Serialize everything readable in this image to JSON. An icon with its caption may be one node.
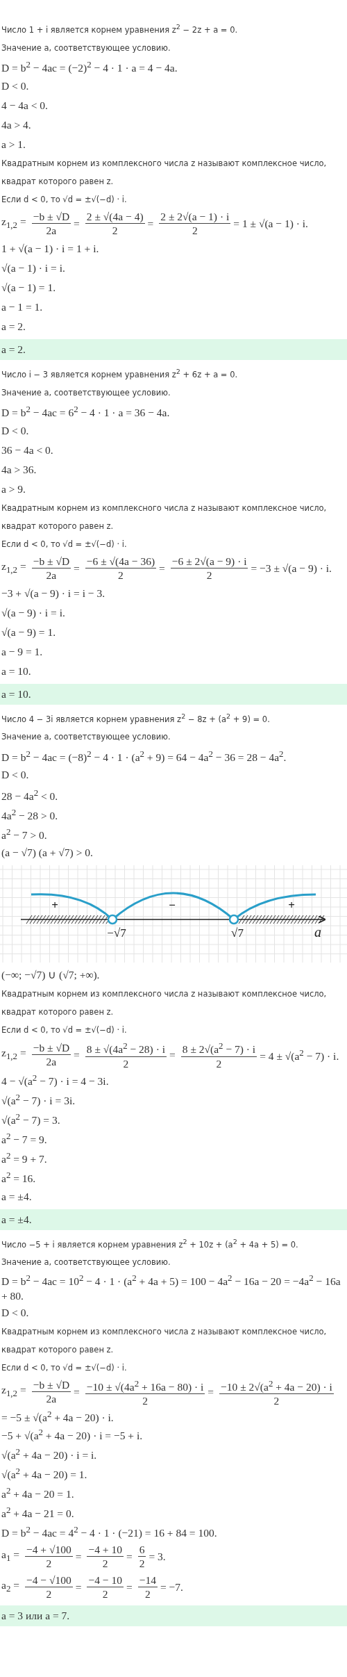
{
  "diagram": {
    "nodes": [
      {
        "text": [
          "a = 2."
        ]
      },
      {
        "text": [
          "a = 10."
        ]
      },
      {
        "text": [
          "a = ±4."
        ]
      },
      {
        "text": [
          "a = 3 или a = 7."
        ]
      }
    ],
    "labels": [
      "Число 1 + i является корнем уравнения z$^{2}$ − 2z + a = 0.",
      "Значение a, соответствующее условию.",
      "D = b$^{2}$ − 4ac = (−2)$^{2}$ − 4 · 1 · a = 4 − 4a.",
      "D < 0.",
      "4 − 4a < 0.",
      "4a > 4.",
      "a > 1.",
      "Квадратным корнем из комплексного числа z называют комплексное число, квадрат которого равен z.",
      "Если d < 0, то √d = ±√(−d) · i.",
      "z$_{1,2}$ =",
      "−b ± √D",
      "2a",
      "=",
      "2 ± √(4a − 4)",
      "2",
      "=",
      "2 ± 2√(a − 1) · i",
      "2",
      "= 1 ± √(a − 1) · i.",
      "1 + √(a − 1) · i = 1 + i.",
      "√(a − 1) · i = i.",
      "√(a − 1) = 1.",
      "a − 1 = 1.",
      "a = 2.",
      "Число i − 3 является корнем уравнения z$^{2}$ + 6z + a = 0.",
      "Значение a, соответствующее условию.",
      "D = b$^{2}$ − 4ac = 6$^{2}$ − 4 · 1 · a = 36 − 4a.",
      "D < 0.",
      "36 − 4a < 0.",
      "4a > 36.",
      "a > 9.",
      "Квадратным корнем из комплексного числа z называют комплексное число, квадрат которого равен z.",
      "Если d < 0, то √d = ±√(−d) · i.",
      "z$_{1,2}$ =",
      "−b ± √D",
      "2a",
      "=",
      "−6 ± √(4a − 36)",
      "2",
      "=",
      "−6 ± 2√(a − 9) · i",
      "2",
      "= −3 ± √(a − 9) · i.",
      "−3 + √(a − 9) · i = i − 3.",
      "√(a − 9) · i = i.",
      "√(a − 9) = 1.",
      "a − 9 = 1.",
      "a = 10.",
      "Число 4 − 3i является корнем уравнения z$^{2}$ − 8z + (a$^{2}$ + 9) = 0.",
      "Значение a, соответствующее условию.",
      "D = b$^{2}$ − 4ac = (−8)$^{2}$ − 4 · 1 · (a$^{2}$ + 9) = 64 − 4a$^{2}$ − 36 = 28 − 4a$^{2}$.",
      "D < 0.",
      "28 − 4a$^{2}$ < 0.",
      "4a$^{2}$ − 28 > 0.",
      "a$^{2}$ − 7 > 0.",
      "(a − √7) (a + √7) > 0.",
      "+",
      "−",
      "+",
      "−√7",
      "√7",
      "a",
      "(−∞; −√7) ∪ (√7; +∞).",
      "Квадратным корнем из комплексного числа z называют комплексное число, квадрат которого равен z.",
      "Если d < 0, то √d = ±√(−d) · i.",
      "z$_{1,2}$ =",
      "−b ± √D",
      "2a",
      "=",
      "8 ± √(4a$^{2}$ − 28) · i",
      "2",
      "=",
      "8 ± 2√(a$^{2}$ − 7) · i",
      "2",
      "= 4 ± √(a$^{2}$ − 7) · i.",
      "4 − √(a$^{2}$ − 7) · i = 4 − 3i.",
      "√(a$^{2}$ − 7) · i = 3i.",
      "√(a$^{2}$ − 7) = 3.",
      "a$^{2}$ − 7 = 9.",
      "a$^{2}$ = 9 + 7.",
      "a$^{2}$ = 16.",
      "a = ±4.",
      "Число −5 + i является корнем уравнения z$^{2}$ + 10z + (a$^{2}$ + 4a + 5) = 0.",
      "Значение a, соответствующее условию.",
      "D = b$^{2}$ − 4ac = 10$^{2}$ − 4 · 1 · (a$^{2}$ + 4a + 5) = 100 − 4a$^{2}$ − 16a − 20 = −4a$^{2}$ − 16a + 80.",
      "D < 0.",
      "Квадратным корнем из комплексного числа z называют комплексное число, квадрат которого равен z.",
      "Если d < 0, то √d = ±√(−d) · i.",
      "z$_{1,2}$ =",
      "−b ± √D",
      "2a",
      "=",
      "−10 ± √(4a$^{2}$ + 16a − 80) · i",
      "2",
      "=",
      "−10 ± 2√(a$^{2}$ + 4a − 20) · i",
      "2",
      "= −5 ± √(a$^{2}$ + 4a − 20) · i.",
      "−5 + √(a$^{2}$ + 4a − 20) · i = −5 + i.",
      "√(a$^{2}$ + 4a − 20) · i = i.",
      "√(a$^{2}$ + 4a − 20) = 1.",
      "a$^{2}$ + 4a − 20 = 1.",
      "a$^{2}$ + 4a − 21 = 0.",
      "D = b$^{2}$ − 4ac = 4$^{2}$ − 4 · 1 · (−21) = 16 + 84 = 100.",
      "a$_{1}$ =",
      "−4 + √100",
      "2",
      "=",
      "−4 + 10",
      "2",
      "=",
      "6",
      "2",
      "= 3.",
      "a$_{2}$ =",
      "−4 − √100",
      "2",
      "=",
      "−4 − 10",
      "2",
      "=",
      "−14",
      "2",
      "= −7."
    ]
  }
}
